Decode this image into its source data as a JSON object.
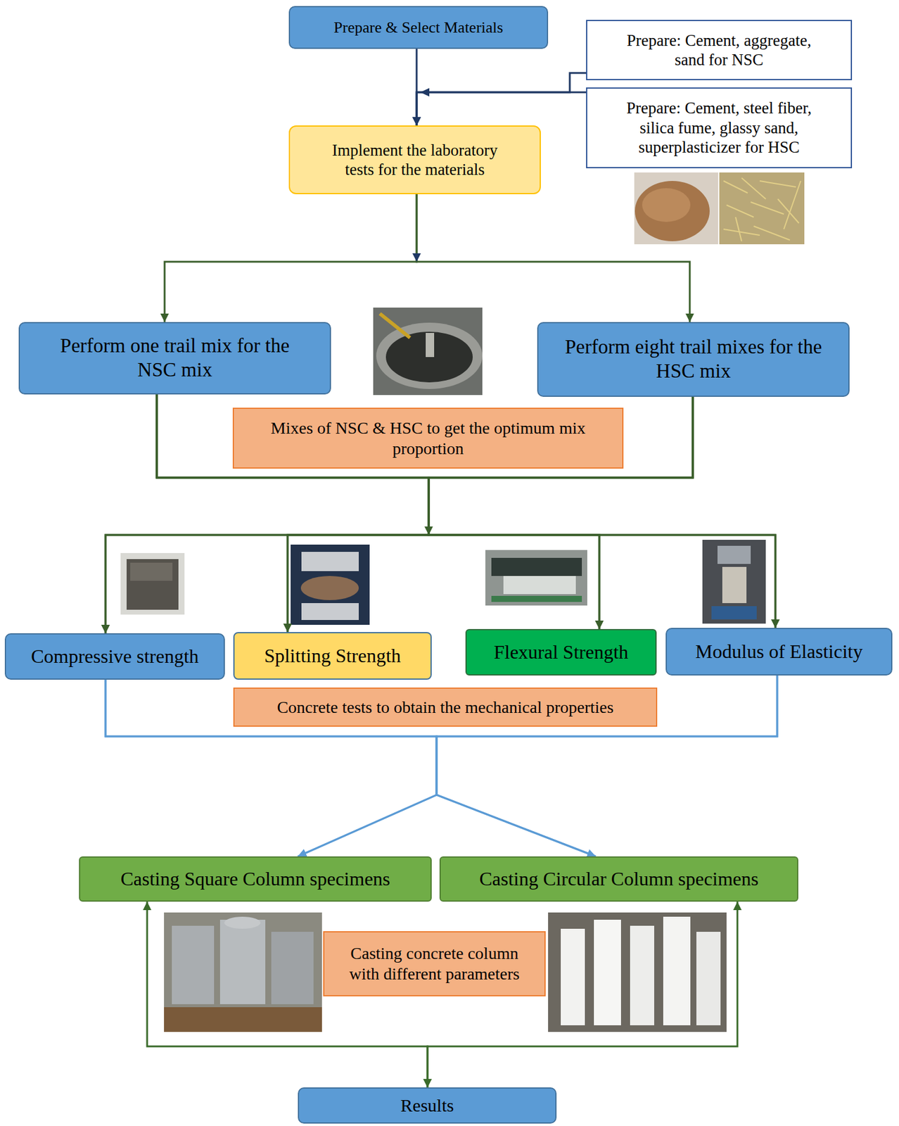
{
  "diagram": {
    "nodes": [
      {
        "text": [
          "Prepare & Select Materials"
        ]
      },
      {
        "text": [
          "Prepare: Cement, aggregate, sand for NSC"
        ]
      },
      {
        "text": [
          "Prepare: Cement, steel fiber, silica fume, glassy sand, superplasticizer for HSC"
        ]
      },
      {
        "text": [
          "Implement the laboratory tests for the materials"
        ]
      },
      {
        "text": [
          "Perform one trail mix for the NSC mix"
        ]
      },
      {
        "text": [
          "Perform eight trail mixes for the HSC mix"
        ]
      },
      {
        "text": [
          "Mixes of NSC & HSC to get the optimum mix proportion"
        ]
      },
      {
        "text": [
          "Compressive strength"
        ]
      },
      {
        "text": [
          "Splitting Strength"
        ]
      },
      {
        "text": [
          "Flexural Strength"
        ]
      },
      {
        "text": [
          "Modulus of Elasticity"
        ]
      },
      {
        "text": [
          "Concrete tests to obtain the mechanical properties"
        ]
      },
      {
        "text": [
          "Casting Square Column specimens"
        ]
      },
      {
        "text": [
          "Casting Circular Column specimens"
        ]
      },
      {
        "text": [
          "Casting concrete column with different parameters"
        ]
      },
      {
        "text": [
          "Results"
        ]
      }
    ],
    "edges": [
      {
        "from": 0,
        "to": 3,
        "arrow": "to"
      },
      {
        "from": 1,
        "to": 3,
        "arrow": "to"
      },
      {
        "from": 2,
        "to": 3,
        "arrow": "to"
      },
      {
        "from": 3,
        "to": 4,
        "arrow": "to"
      },
      {
        "from": 3,
        "to": 5,
        "arrow": "to"
      },
      {
        "from": 4,
        "to": 7,
        "arrow": "to"
      },
      {
        "from": 4,
        "to": 8,
        "arrow": "to"
      },
      {
        "from": 4,
        "to": 9,
        "arrow": "to"
      },
      {
        "from": 4,
        "to": 10,
        "arrow": "to"
      },
      {
        "from": 5,
        "to": 7,
        "arrow": "to"
      },
      {
        "from": 5,
        "to": 8,
        "arrow": "to"
      },
      {
        "from": 5,
        "to": 9,
        "arrow": "to"
      },
      {
        "from": 5,
        "to": 10,
        "arrow": "to"
      },
      {
        "from": 7,
        "to": 12,
        "arrow": "to"
      },
      {
        "from": 7,
        "to": 13,
        "arrow": "to"
      },
      {
        "from": 10,
        "to": 12,
        "arrow": "to"
      },
      {
        "from": 10,
        "to": 13,
        "arrow": "to"
      },
      {
        "from": 12,
        "to": 15,
        "arrow": "both"
      },
      {
        "from": 13,
        "to": 15,
        "arrow": "both"
      }
    ]
  }
}
